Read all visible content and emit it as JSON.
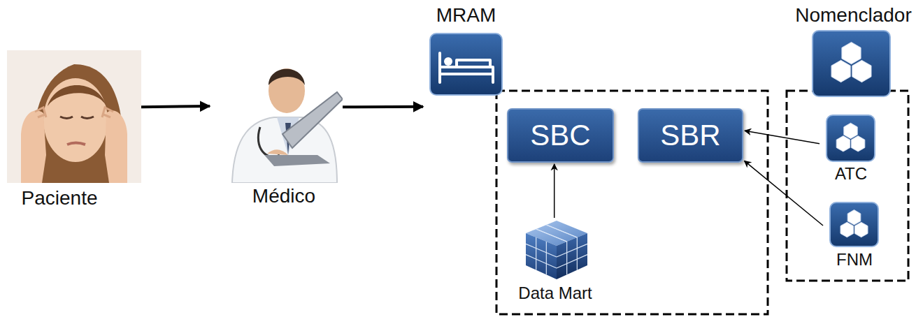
{
  "diagram": {
    "nodes": [
      {
        "text": [
          "Paciente"
        ]
      },
      {
        "text": [
          "Médico"
        ]
      },
      {
        "text": [
          "MRAM"
        ]
      },
      {
        "text": [
          "SBC"
        ],
        "in": 2
      },
      {
        "text": [
          "SBR"
        ],
        "in": 2
      },
      {
        "text": [
          "Data Mart"
        ],
        "in": 2
      },
      {
        "text": [
          "Nomenclador"
        ]
      },
      {
        "text": [
          "ATC"
        ],
        "in": 6
      },
      {
        "text": [
          "FNM"
        ],
        "in": 6
      }
    ],
    "edges": [
      {
        "from": 0,
        "to": 1,
        "arrow": "to"
      },
      {
        "from": 1,
        "to": 2,
        "arrow": "to"
      },
      {
        "from": 5,
        "to": 3,
        "arrow": "to"
      },
      {
        "from": 7,
        "to": 4,
        "arrow": "to"
      },
      {
        "from": 8,
        "to": 4,
        "arrow": "to"
      }
    ]
  }
}
